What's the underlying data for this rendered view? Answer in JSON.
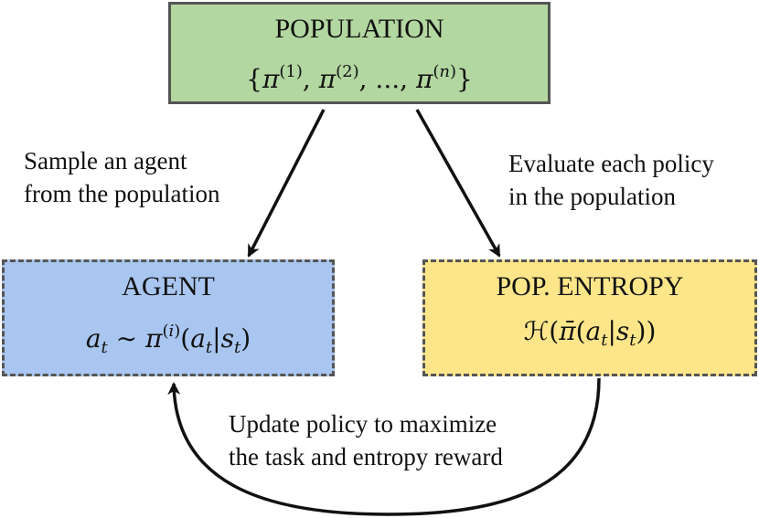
{
  "colors": {
    "population_fill": "#b3d7a0",
    "agent_fill": "#a9c6f0",
    "entropy_fill": "#fde68a",
    "border": "#555555",
    "arrow": "#111111"
  },
  "nodes": {
    "population": {
      "title": "POPULATION",
      "formula": "{π(1), π(2), ..., π(n)}"
    },
    "agent": {
      "title": "AGENT",
      "formula": "at ∼ π(i)(at|st)"
    },
    "entropy": {
      "title": "POP. ENTROPY",
      "formula": "ℋ(π̄(at|st))"
    }
  },
  "edges": {
    "sample": {
      "line1": "Sample an agent",
      "line2": "from the population"
    },
    "evaluate": {
      "line1": "Evaluate each policy",
      "line2": "in the population"
    },
    "update": {
      "line1": "Update policy to maximize",
      "line2": "the task and entropy reward"
    }
  }
}
